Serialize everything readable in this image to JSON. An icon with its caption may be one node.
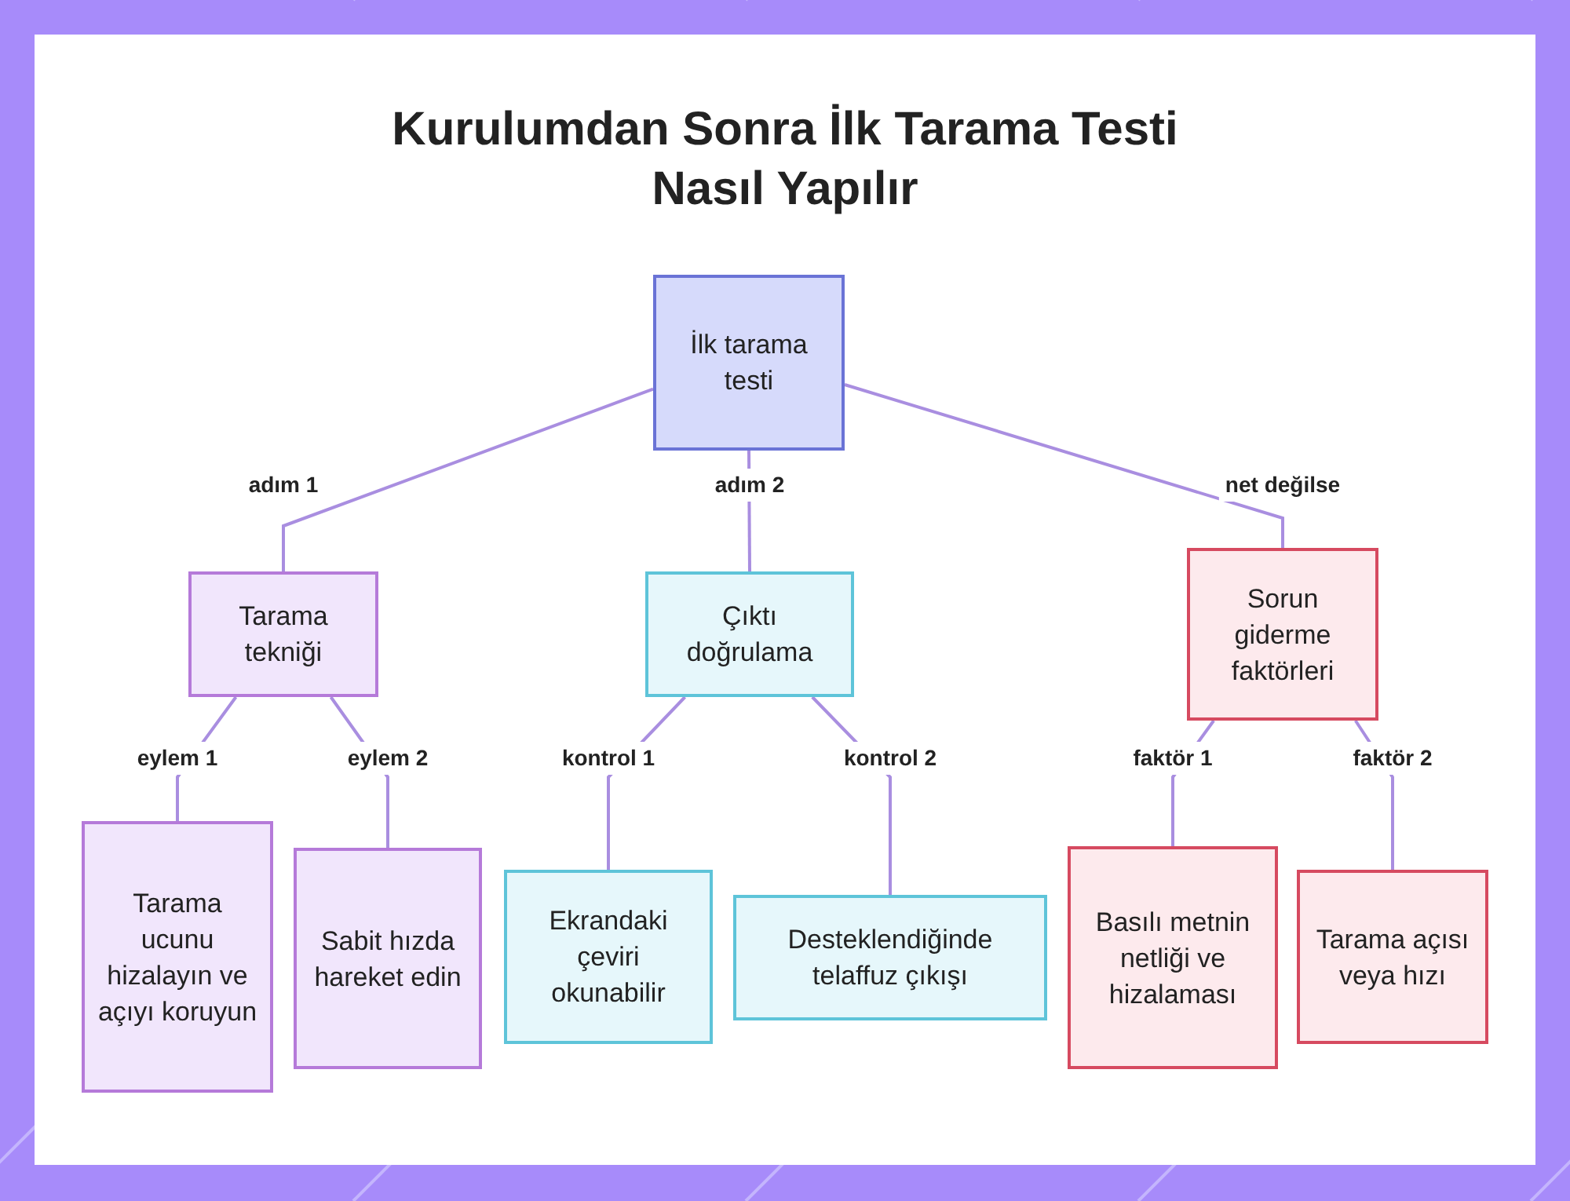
{
  "diagram": {
    "title": "Kurulumdan Sonra İlk Tarama Testi Nasıl Yapılır",
    "nodes": [
      {
        "text": [
          "İlk tarama testi"
        ]
      },
      {
        "text": [
          "Tarama tekniği"
        ]
      },
      {
        "text": [
          "Çıktı doğrulama"
        ]
      },
      {
        "text": [
          "Sorun giderme faktörleri"
        ]
      },
      {
        "text": [
          "Tarama ucunu hizalayın ve açıyı koruyun"
        ]
      },
      {
        "text": [
          "Sabit hızda hareket edin"
        ]
      },
      {
        "text": [
          "Ekrandaki çeviri okunabilir"
        ]
      },
      {
        "text": [
          "Desteklendiğinde telaffuz çıkışı"
        ]
      },
      {
        "text": [
          "Basılı metnin netliği ve hizalaması"
        ]
      },
      {
        "text": [
          "Tarama açısı veya hızı"
        ]
      }
    ],
    "edges": [
      {
        "from": 0,
        "to": 1,
        "arrow": "none",
        "label": "adım 1"
      },
      {
        "from": 0,
        "to": 2,
        "arrow": "none",
        "label": "adım 2"
      },
      {
        "from": 0,
        "to": 3,
        "arrow": "none",
        "label": "net değilse"
      },
      {
        "from": 1,
        "to": 4,
        "arrow": "none",
        "label": "eylem 1"
      },
      {
        "from": 1,
        "to": 5,
        "arrow": "none",
        "label": "eylem 2"
      },
      {
        "from": 2,
        "to": 6,
        "arrow": "none",
        "label": "kontrol 1"
      },
      {
        "from": 2,
        "to": 7,
        "arrow": "none",
        "label": "kontrol 2"
      },
      {
        "from": 3,
        "to": 8,
        "arrow": "none",
        "label": "faktör 1"
      },
      {
        "from": 3,
        "to": 9,
        "arrow": "none",
        "label": "faktör 2"
      }
    ]
  }
}
